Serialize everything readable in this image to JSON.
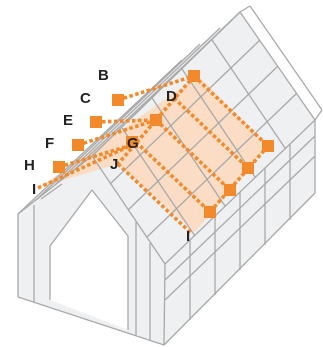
{
  "colors": {
    "frame": "#a9a9a9",
    "glass": "#eef0f2",
    "roof_highlight": "#fcd9bc",
    "line": "#f28a2c",
    "marker": "#f28a2c",
    "label": "#222222"
  },
  "labels": {
    "B": "B",
    "C": "C",
    "D": "D",
    "E": "E",
    "F": "F",
    "G": "G",
    "H": "H",
    "I_front": "I",
    "J": "J",
    "I_back": "I"
  }
}
